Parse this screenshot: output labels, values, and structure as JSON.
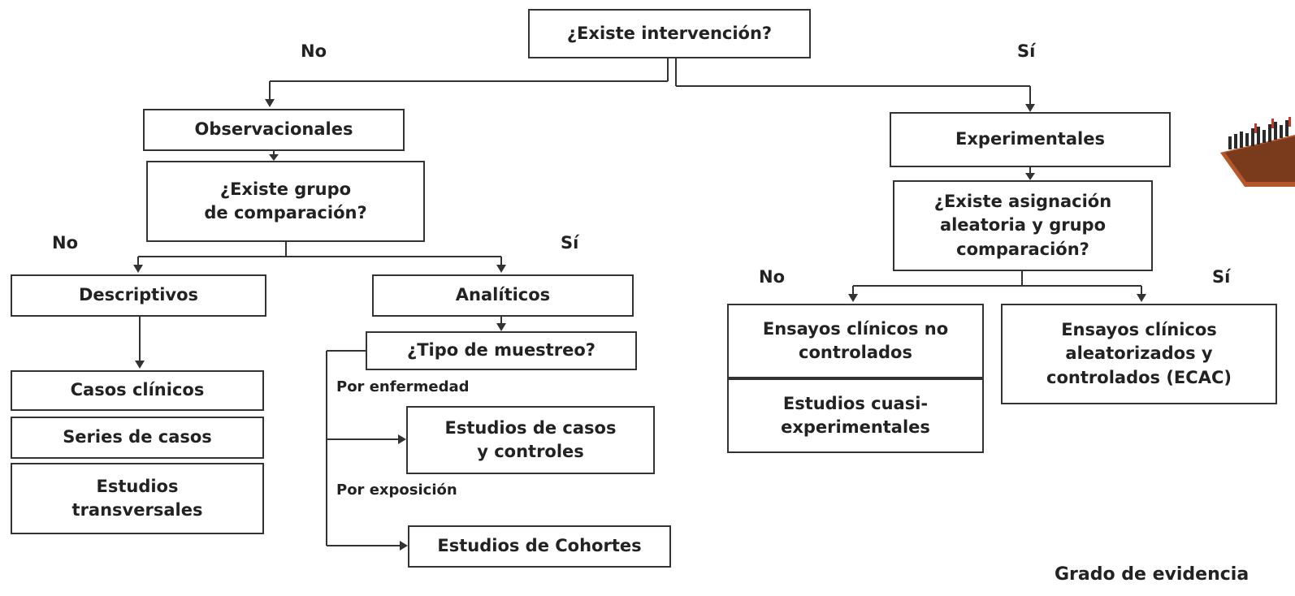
{
  "root": {
    "question": "¿Existe intervención?",
    "no": "No",
    "yes": "Sí"
  },
  "observational": {
    "title": "Observacionales",
    "question": "¿Existe grupo\nde comparación?",
    "no": "No",
    "yes": "Sí",
    "descriptive": {
      "title": "Descriptivos",
      "types": [
        "Casos clínicos",
        "Series de casos",
        "Estudios\ntransversales"
      ]
    },
    "analytic": {
      "title": "Analíticos",
      "question": "¿Tipo de muestreo?",
      "by_disease": "Por enfermedad",
      "case_control": "Estudios de casos\ny controles",
      "by_exposure": "Por exposición",
      "cohort": "Estudios de Cohortes"
    }
  },
  "experimental": {
    "title": "Experimentales",
    "question": "¿Existe asignación\naleatoria y grupo\ncomparación?",
    "no": "No",
    "yes": "Sí",
    "uncontrolled": "Ensayos clínicos no\ncontrolados",
    "quasi": "Estudios cuasi-\nexperimentales",
    "rct": "Ensayos clínicos\naleatorizados y\ncontrolados (ECAC)"
  },
  "footer": {
    "evidence": "Grado de evidencia"
  },
  "image": {
    "name": "chess-board-image"
  }
}
